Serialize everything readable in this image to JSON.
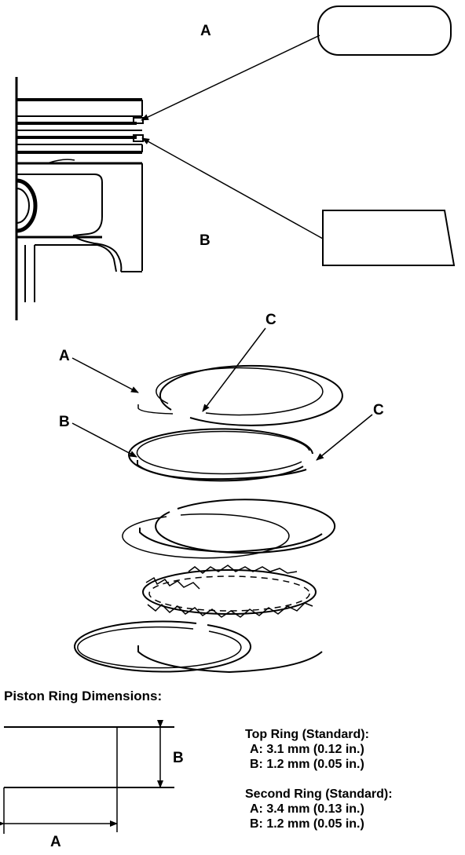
{
  "figure": {
    "top_labels": {
      "a": "A",
      "b": "B"
    },
    "rings_labels": {
      "a": "A",
      "b": "B",
      "c1": "C",
      "c2": "C"
    },
    "dimensions_title": "Piston Ring Dimensions:",
    "dim_labels": {
      "a": "A",
      "b": "B"
    },
    "specs": {
      "top_ring_title": "Top Ring (Standard):",
      "top_ring_a": "A: 3.1 mm (0.12 in.)",
      "top_ring_b": "B: 1.2 mm (0.05 in.)",
      "second_ring_title": "Second Ring (Standard):",
      "second_ring_a": "A: 3.4 mm (0.13 in.)",
      "second_ring_b": "B: 1.2 mm (0.05 in.)"
    }
  },
  "colors": {
    "ink": "#000000",
    "paper": "#ffffff"
  }
}
